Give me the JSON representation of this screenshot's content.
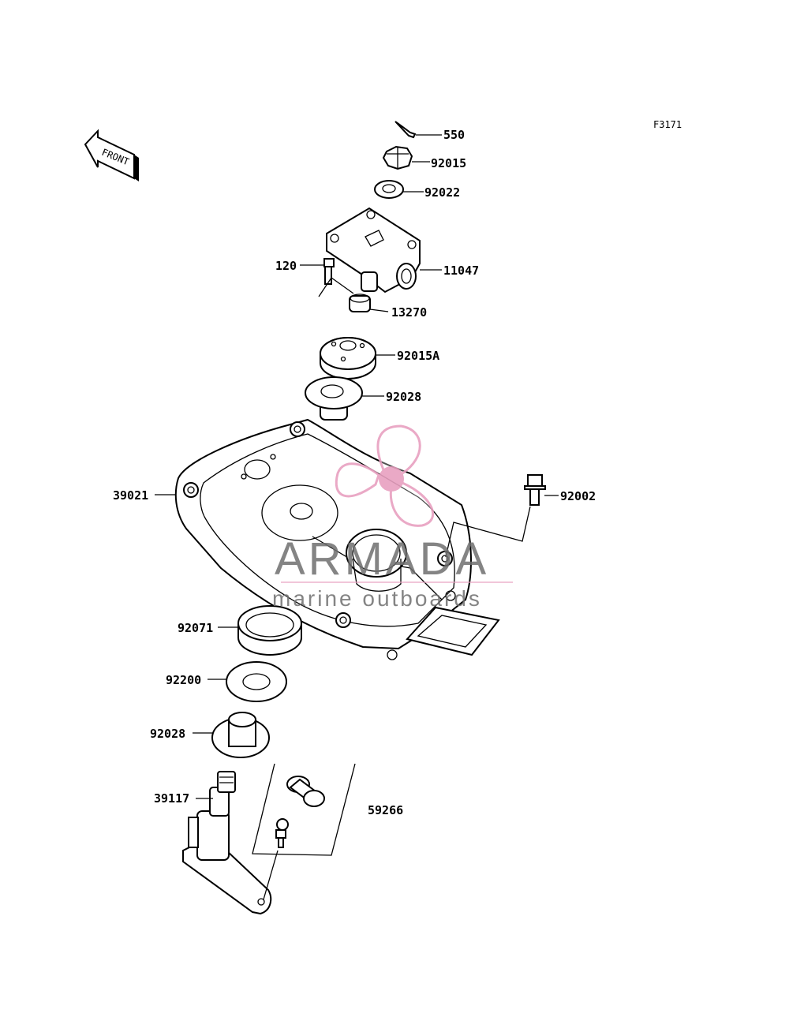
{
  "drawing_code": "F3171",
  "front_label": "FRONT",
  "watermark": {
    "title": "ARMADA",
    "subtitle": "marine outboards",
    "color": "#e8a0c0"
  },
  "labels": {
    "p550": "550",
    "p92015": "92015",
    "p92022": "92022",
    "p11047": "11047",
    "p120": "120",
    "p13270": "13270",
    "p92015a": "92015A",
    "p92028_top": "92028",
    "p39021": "39021",
    "p92002": "92002",
    "p92071": "92071",
    "p92200": "92200",
    "p92028_bottom": "92028",
    "p39117": "39117",
    "p59266": "59266"
  }
}
